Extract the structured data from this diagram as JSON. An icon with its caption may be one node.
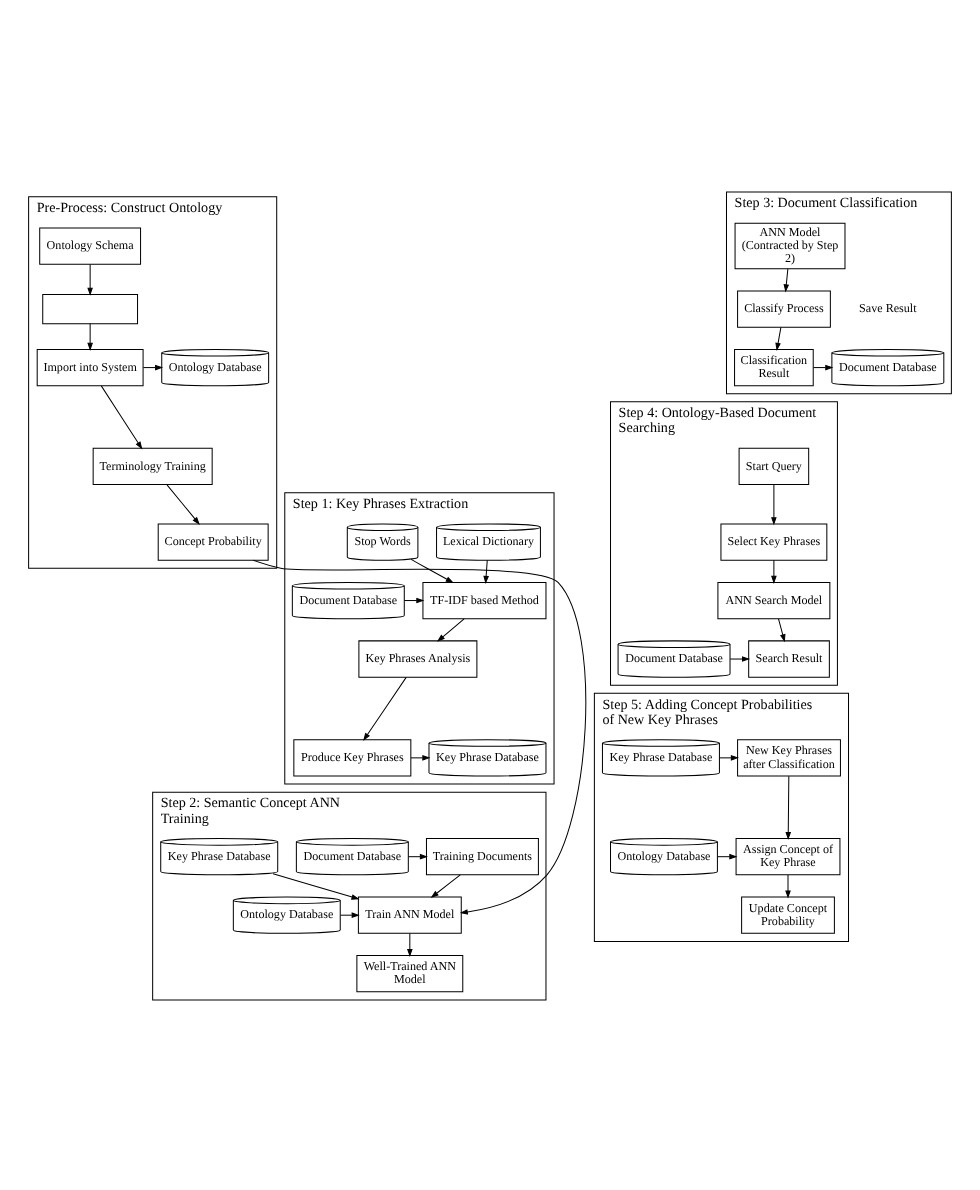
{
  "diagram": {
    "nodes": [
      {
        "text": [
          "Pre-Process: Construct Ontology"
        ]
      },
      {
        "text": [
          "Ontology Schema"
        ],
        "in": 0
      },
      {
        "text": [],
        "shape": "box",
        "in": 0
      },
      {
        "text": [
          "Ontology Database"
        ],
        "in": 0
      },
      {
        "text": [
          "Import into System"
        ],
        "in": 0
      },
      {
        "text": [
          "Terminology Training"
        ],
        "in": 0
      },
      {
        "text": [
          "Concept Probability"
        ],
        "in": 0
      },
      {
        "text": [
          "Step 1: Key Phrases Extraction"
        ]
      },
      {
        "text": [
          "Document Database"
        ],
        "in": 7
      },
      {
        "text": [
          "TF-IDF based Method"
        ],
        "in": 7
      },
      {
        "text": [
          "Lexical Dictionary"
        ],
        "in": 7
      },
      {
        "text": [
          "Stop Words"
        ],
        "in": 7
      },
      {
        "text": [
          "Key Phrases Analysis"
        ],
        "in": 7
      },
      {
        "text": [
          "Produce Key Phrases"
        ],
        "in": 7
      },
      {
        "text": [
          "Key Phrase Database"
        ],
        "in": 7
      },
      {
        "text": [
          "Step 2: Semantic Concept ANN Training"
        ]
      },
      {
        "text": [
          "Document Database"
        ],
        "in": 15
      },
      {
        "text": [
          "Training Documents"
        ],
        "in": 15
      },
      {
        "text": [
          "Key Phrase Database"
        ],
        "in": 15
      },
      {
        "text": [
          "Ontology Database"
        ],
        "in": 15
      },
      {
        "text": [
          "Train ANN Model"
        ],
        "in": 15
      },
      {
        "text": [
          "Well-Trained ANN Model"
        ],
        "in": 15
      },
      {
        "text": [
          "Step 3: Document Classification"
        ]
      },
      {
        "text": [
          "ANN Model (Contracted by Step 2)"
        ],
        "in": 22
      },
      {
        "text": [
          "Classify Process"
        ],
        "in": 22
      },
      {
        "text": [
          "Classification Result"
        ],
        "in": 22
      },
      {
        "text": [
          "Document Database"
        ],
        "beside": [
          "Save Result"
        ],
        "in": 22
      },
      {
        "text": [
          "Step 4: Ontology-Based Document Searching"
        ]
      },
      {
        "text": [
          "Start Query"
        ],
        "in": 27
      },
      {
        "text": [
          "Select Key Phrases"
        ],
        "in": 27
      },
      {
        "text": [
          "ANN Search Model"
        ],
        "in": 27
      },
      {
        "text": [
          "Document Database"
        ],
        "in": 27
      },
      {
        "text": [
          "Search Result"
        ],
        "in": 27
      },
      {
        "text": [
          "Step 5: Adding Concept Probabilities of New Key Phrases"
        ]
      },
      {
        "text": [
          "New Key Phrases after Classification"
        ],
        "in": 33
      },
      {
        "text": [
          "Key Phrase Database"
        ],
        "in": 33
      },
      {
        "text": [
          "Assign Concept of Key Phrase"
        ],
        "in": 33
      },
      {
        "text": [
          "Ontology Database"
        ],
        "in": 33
      },
      {
        "text": [
          "Update Concept Probability"
        ],
        "in": 33
      }
    ],
    "edges": [
      {
        "from": 1,
        "to": 2,
        "arrow": "to"
      },
      {
        "from": 2,
        "to": 4,
        "arrow": "to"
      },
      {
        "from": 4,
        "to": 3,
        "arrow": "to"
      },
      {
        "from": 4,
        "to": 5,
        "arrow": "to"
      },
      {
        "from": 5,
        "to": 6,
        "arrow": "to"
      },
      {
        "from": 6,
        "to": 20,
        "arrow": "to"
      },
      {
        "from": 8,
        "to": 9,
        "arrow": "to"
      },
      {
        "from": 10,
        "to": 9,
        "arrow": "to"
      },
      {
        "from": 11,
        "to": 9,
        "arrow": "to"
      },
      {
        "from": 9,
        "to": 12,
        "arrow": "to"
      },
      {
        "from": 12,
        "to": 13,
        "arrow": "to"
      },
      {
        "from": 13,
        "to": 14,
        "arrow": "to"
      },
      {
        "from": 16,
        "to": 17,
        "arrow": "to"
      },
      {
        "from": 17,
        "to": 20,
        "arrow": "to"
      },
      {
        "from": 18,
        "to": 20,
        "arrow": "to"
      },
      {
        "from": 19,
        "to": 20,
        "arrow": "to"
      },
      {
        "from": 20,
        "to": 21,
        "arrow": "to"
      },
      {
        "from": 23,
        "to": 24,
        "arrow": "to"
      },
      {
        "from": 24,
        "to": 25,
        "arrow": "to"
      },
      {
        "from": 25,
        "to": 26,
        "arrow": "to"
      },
      {
        "from": 28,
        "to": 29,
        "arrow": "to"
      },
      {
        "from": 29,
        "to": 30,
        "arrow": "to"
      },
      {
        "from": 30,
        "to": 32,
        "arrow": "to"
      },
      {
        "from": 31,
        "to": 32,
        "arrow": "to"
      },
      {
        "from": 35,
        "to": 34,
        "arrow": "to"
      },
      {
        "from": 34,
        "to": 36,
        "arrow": "to"
      },
      {
        "from": 37,
        "to": 36,
        "arrow": "to"
      },
      {
        "from": 36,
        "to": 38,
        "arrow": "to"
      }
    ]
  }
}
